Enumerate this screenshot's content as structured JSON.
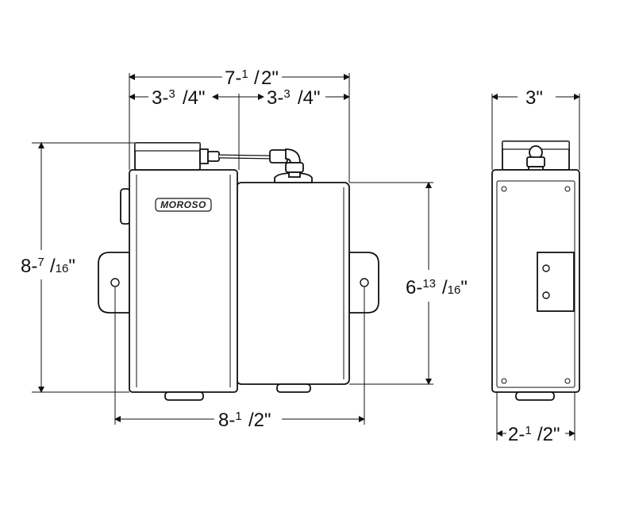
{
  "dimensions": {
    "overall_width": {
      "whole": "7-",
      "num": "1",
      "den": "2",
      "unit": "\""
    },
    "left_half": {
      "whole": "3-",
      "num": "3",
      "den": "4",
      "unit": "\""
    },
    "right_half": {
      "whole": "3-",
      "num": "3",
      "den": "4",
      "unit": "\""
    },
    "overall_height": {
      "whole": "8-",
      "num": "7",
      "den": "16",
      "unit": "\""
    },
    "body_height": {
      "whole": "6-",
      "num": "13",
      "den": "16",
      "unit": "\""
    },
    "bracket_width": {
      "whole": "8-",
      "num": "1",
      "den": "2",
      "unit": "\""
    },
    "side_width": {
      "whole": "3",
      "unit": "\""
    },
    "side_base_width": {
      "whole": "2-",
      "num": "1",
      "den": "2",
      "unit": "\""
    }
  },
  "logo_text": "MOROSO"
}
